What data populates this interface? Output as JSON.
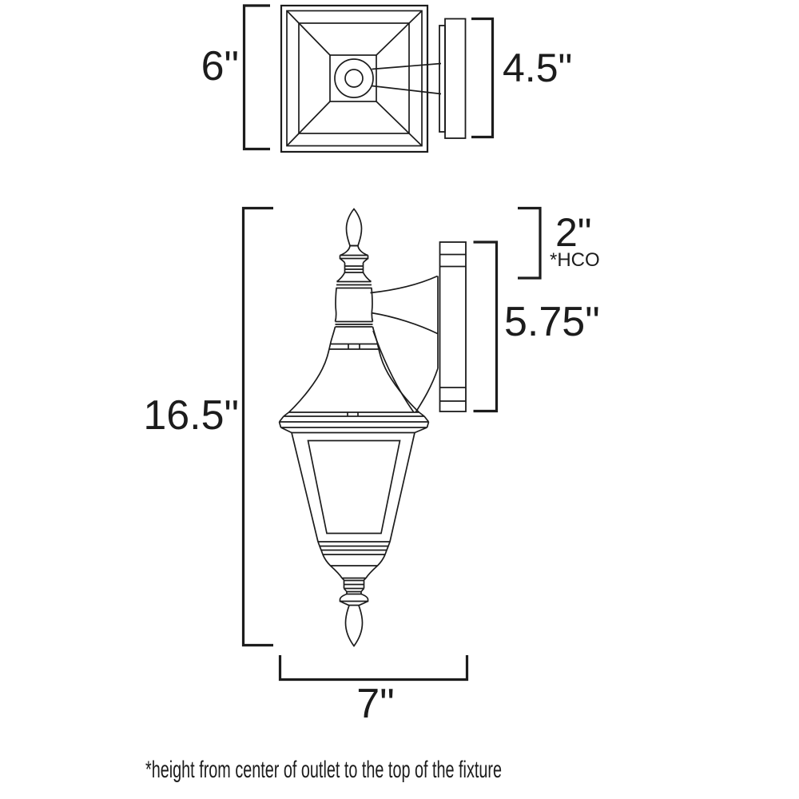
{
  "diagram": {
    "type": "line-drawing dimension diagram of an outdoor wall lantern",
    "views": {
      "top_view": "mounting plate and fixture seen from above",
      "front_view": "lantern hanging from wall bracket, side elevation"
    }
  },
  "labels": {
    "top_width": "6\"",
    "top_depth": "4.5\"",
    "height": "16.5\"",
    "hco": "2\"",
    "hco_note": "*HCO",
    "backplate": "5.75\"",
    "projection": "7\"",
    "footnote": "*height from center of outlet to the top of the fixture"
  },
  "colors": {
    "ink": "#1c1c1c",
    "background": "#ffffff"
  }
}
